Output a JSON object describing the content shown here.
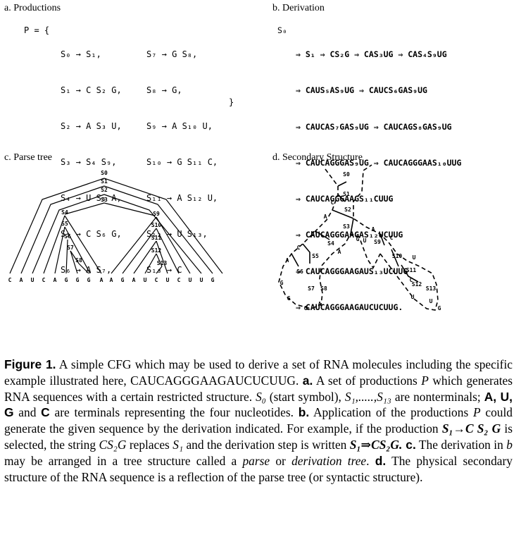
{
  "panels": {
    "a_title": "a. Productions",
    "b_title": "b. Derivation",
    "c_title": "c. Parse tree",
    "d_title": "d. Secondary Structure"
  },
  "productions": {
    "lhs": "P = {",
    "close": "}",
    "col1": [
      "S₀ → S₁,",
      "S₁ → C S₂ G,",
      "S₂ → A S₃ U,",
      "S₃ → S₄ S₉,",
      "S₄ → U S₅ A,",
      "S₅ → C S₆ G,",
      "S₆ → A S₇,"
    ],
    "col2": [
      "S₇ → G S₈,",
      "S₈ → G,",
      "S₉ → A S₁₀ U,",
      "S₁₀ → G S₁₁ C,",
      "S₁₁ → A S₁₂ U,",
      "S₁₂ → U S₁₃,",
      "S₁₃ → C"
    ]
  },
  "derivation": {
    "start": "S₀",
    "lines": [
      "⇒ S₁ ⇒ CS₂G ⇒ CAS₃UG ⇒ CAS₄S₉UG",
      "⇒ CAUS₅AS₉UG ⇒ CAUCS₆GAS₉UG",
      "⇒ CAUCAS₇GAS₉UG ⇒ CAUCAGS₈GAS₉UG",
      "⇒ CAUCAGGGAS₉UG ⇒ CAUCAGGGAAS₁₀UUG",
      "⇒ CAUCAGGGAAGS₁₁CUUG",
      "⇒ CAUCAGGGAAGAS₁₂UCUUG",
      "⇒ CAUCAGGGAAGAUS₁₃UCUUG",
      "⇒ CAUCAGGGAAGAUCUCUUG."
    ]
  },
  "parse_tree": {
    "sequence": [
      "C",
      "A",
      "U",
      "C",
      "A",
      "G",
      "G",
      "G",
      "A",
      "A",
      "G",
      "A",
      "U",
      "C",
      "U",
      "C",
      "U",
      "U",
      "G"
    ],
    "nodes": [
      "S0",
      "S1",
      "S2",
      "S3",
      "S4",
      "S5",
      "S6",
      "S7",
      "S8",
      "S9",
      "S10",
      "S11",
      "S12",
      "S13"
    ]
  },
  "secondary_structure": {
    "nodes": [
      "S0",
      "S1",
      "S2",
      "S3",
      "S4",
      "S5",
      "S6",
      "S7",
      "S8",
      "S9",
      "S10",
      "S11",
      "S12",
      "S13"
    ],
    "bases": [
      "C",
      "A",
      "U",
      "C",
      "A",
      "G",
      "G",
      "G",
      "A",
      "A",
      "G",
      "A",
      "U",
      "C",
      "U",
      "C",
      "U",
      "U",
      "G"
    ]
  },
  "caption": {
    "fig_label": "Figure 1.",
    "s1": " A simple CFG which may be used to derive a set of RNA molecules including the specific example illustrated here, CAUCAGGGAAGAUCUCUUG. ",
    "a_label": "a.",
    "s2": " A set of productions ",
    "p": "P",
    "s3": " which generates RNA sequences with a certain restricted structure. ",
    "s0": "S₀",
    "s4": " (start symbol), ",
    "s1_13": "S₁,.....,S₁₃",
    "s5": " are nonterminals; ",
    "bases_bold": "A, U, G",
    "and": " and ",
    "c_bold": "C",
    "s6": " are terminals representing the four nucleotides. ",
    "b_label": "b.",
    "s7": " Application of the productions ",
    "p2": "P",
    "s8": " could generate the given sequence by the derivation indicated. For example, if the production ",
    "prod_example": "S₁→C S₂ G",
    "s9": " is selected, the string ",
    "cs2g": "CS₂G",
    "s10": " replaces ",
    "s1b": "S₁",
    "s11": " and the derivation step is written ",
    "step": "S₁⇒CS₂G.",
    "c_label": " c.",
    "s12": " The derivation in ",
    "b_ital": "b",
    "s13": " may be arranged in a tree structure called a ",
    "parse": "parse",
    "or": " or ",
    "dtree": "derivation tree",
    "s14": ". ",
    "d_label": "d.",
    "s15": " The physical secondary structure of the RNA sequence is a reflection of the parse tree (or syntactic structure)."
  }
}
